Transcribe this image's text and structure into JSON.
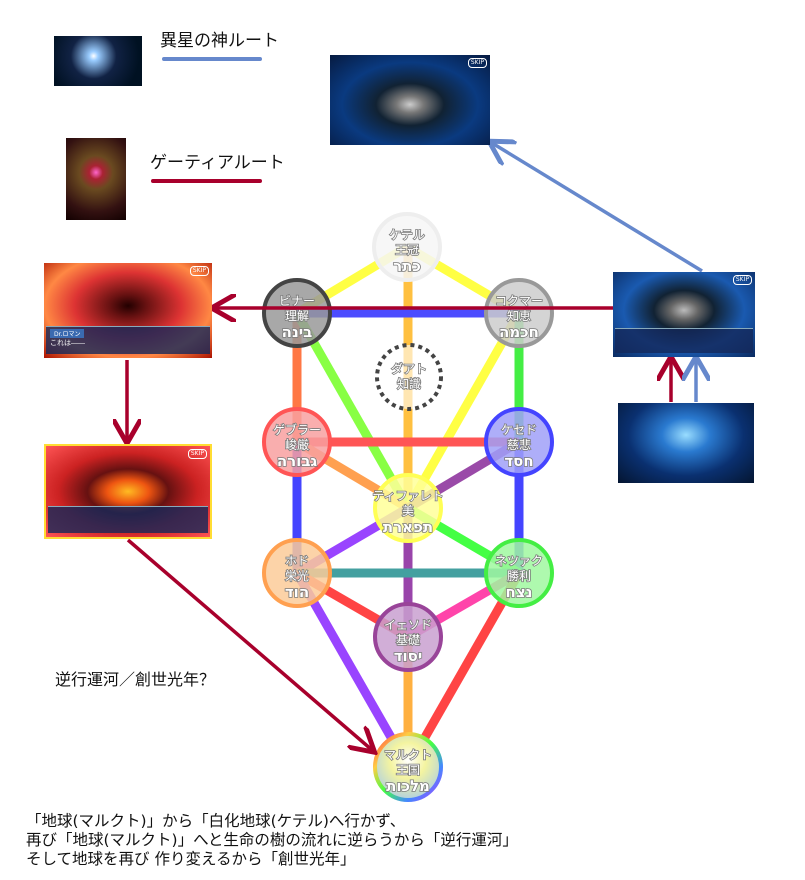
{
  "legend": {
    "outer_god_route": {
      "label": "異星の神ルート",
      "color": "#6688cc"
    },
    "goetia_route": {
      "label": "ゲーティアルート",
      "color": "#a8002c"
    }
  },
  "question": "逆行運河／創世光年？",
  "caption": [
    "「地球(マルクト)」から「白化地球(ケテル)へ行かず、",
    "再び「地球(マルクト)」へと生命の樹の流れに逆らうから「逆行運河」",
    "そして地球を再び 作り変えるから「創世光年」"
  ],
  "screenshots": {
    "skip_label": "SKIP",
    "romani_name": "Dr.ロマン",
    "romani_line": "これは――"
  },
  "sephirot": {
    "kether": {
      "kana": "ケテル",
      "kanji": "王冠",
      "hebrew": "כתר"
    },
    "binah": {
      "kana": "ビナー",
      "kanji": "理解",
      "hebrew": "בינה"
    },
    "chokmah": {
      "kana": "コクマー",
      "kanji": "知恵",
      "hebrew": "חכמה"
    },
    "daath": {
      "kana": "ダアト",
      "kanji": "知識"
    },
    "geburah": {
      "kana": "ゲブラー",
      "kanji": "峻厳",
      "hebrew": "גבורה"
    },
    "chesed": {
      "kana": "ケセド",
      "kanji": "慈悲",
      "hebrew": "חסד"
    },
    "tiphareth": {
      "kana": "ティファレト",
      "kanji": "美",
      "hebrew": "תפארת"
    },
    "hod": {
      "kana": "ホド",
      "kanji": "栄光",
      "hebrew": "הוד"
    },
    "netzach": {
      "kana": "ネツァク",
      "kanji": "勝利",
      "hebrew": "נצח"
    },
    "yesod": {
      "kana": "イェソド",
      "kanji": "基礎",
      "hebrew": "יסוד"
    },
    "malkuth": {
      "kana": "マルクト",
      "kanji": "王国",
      "hebrew": "מלכות"
    }
  }
}
